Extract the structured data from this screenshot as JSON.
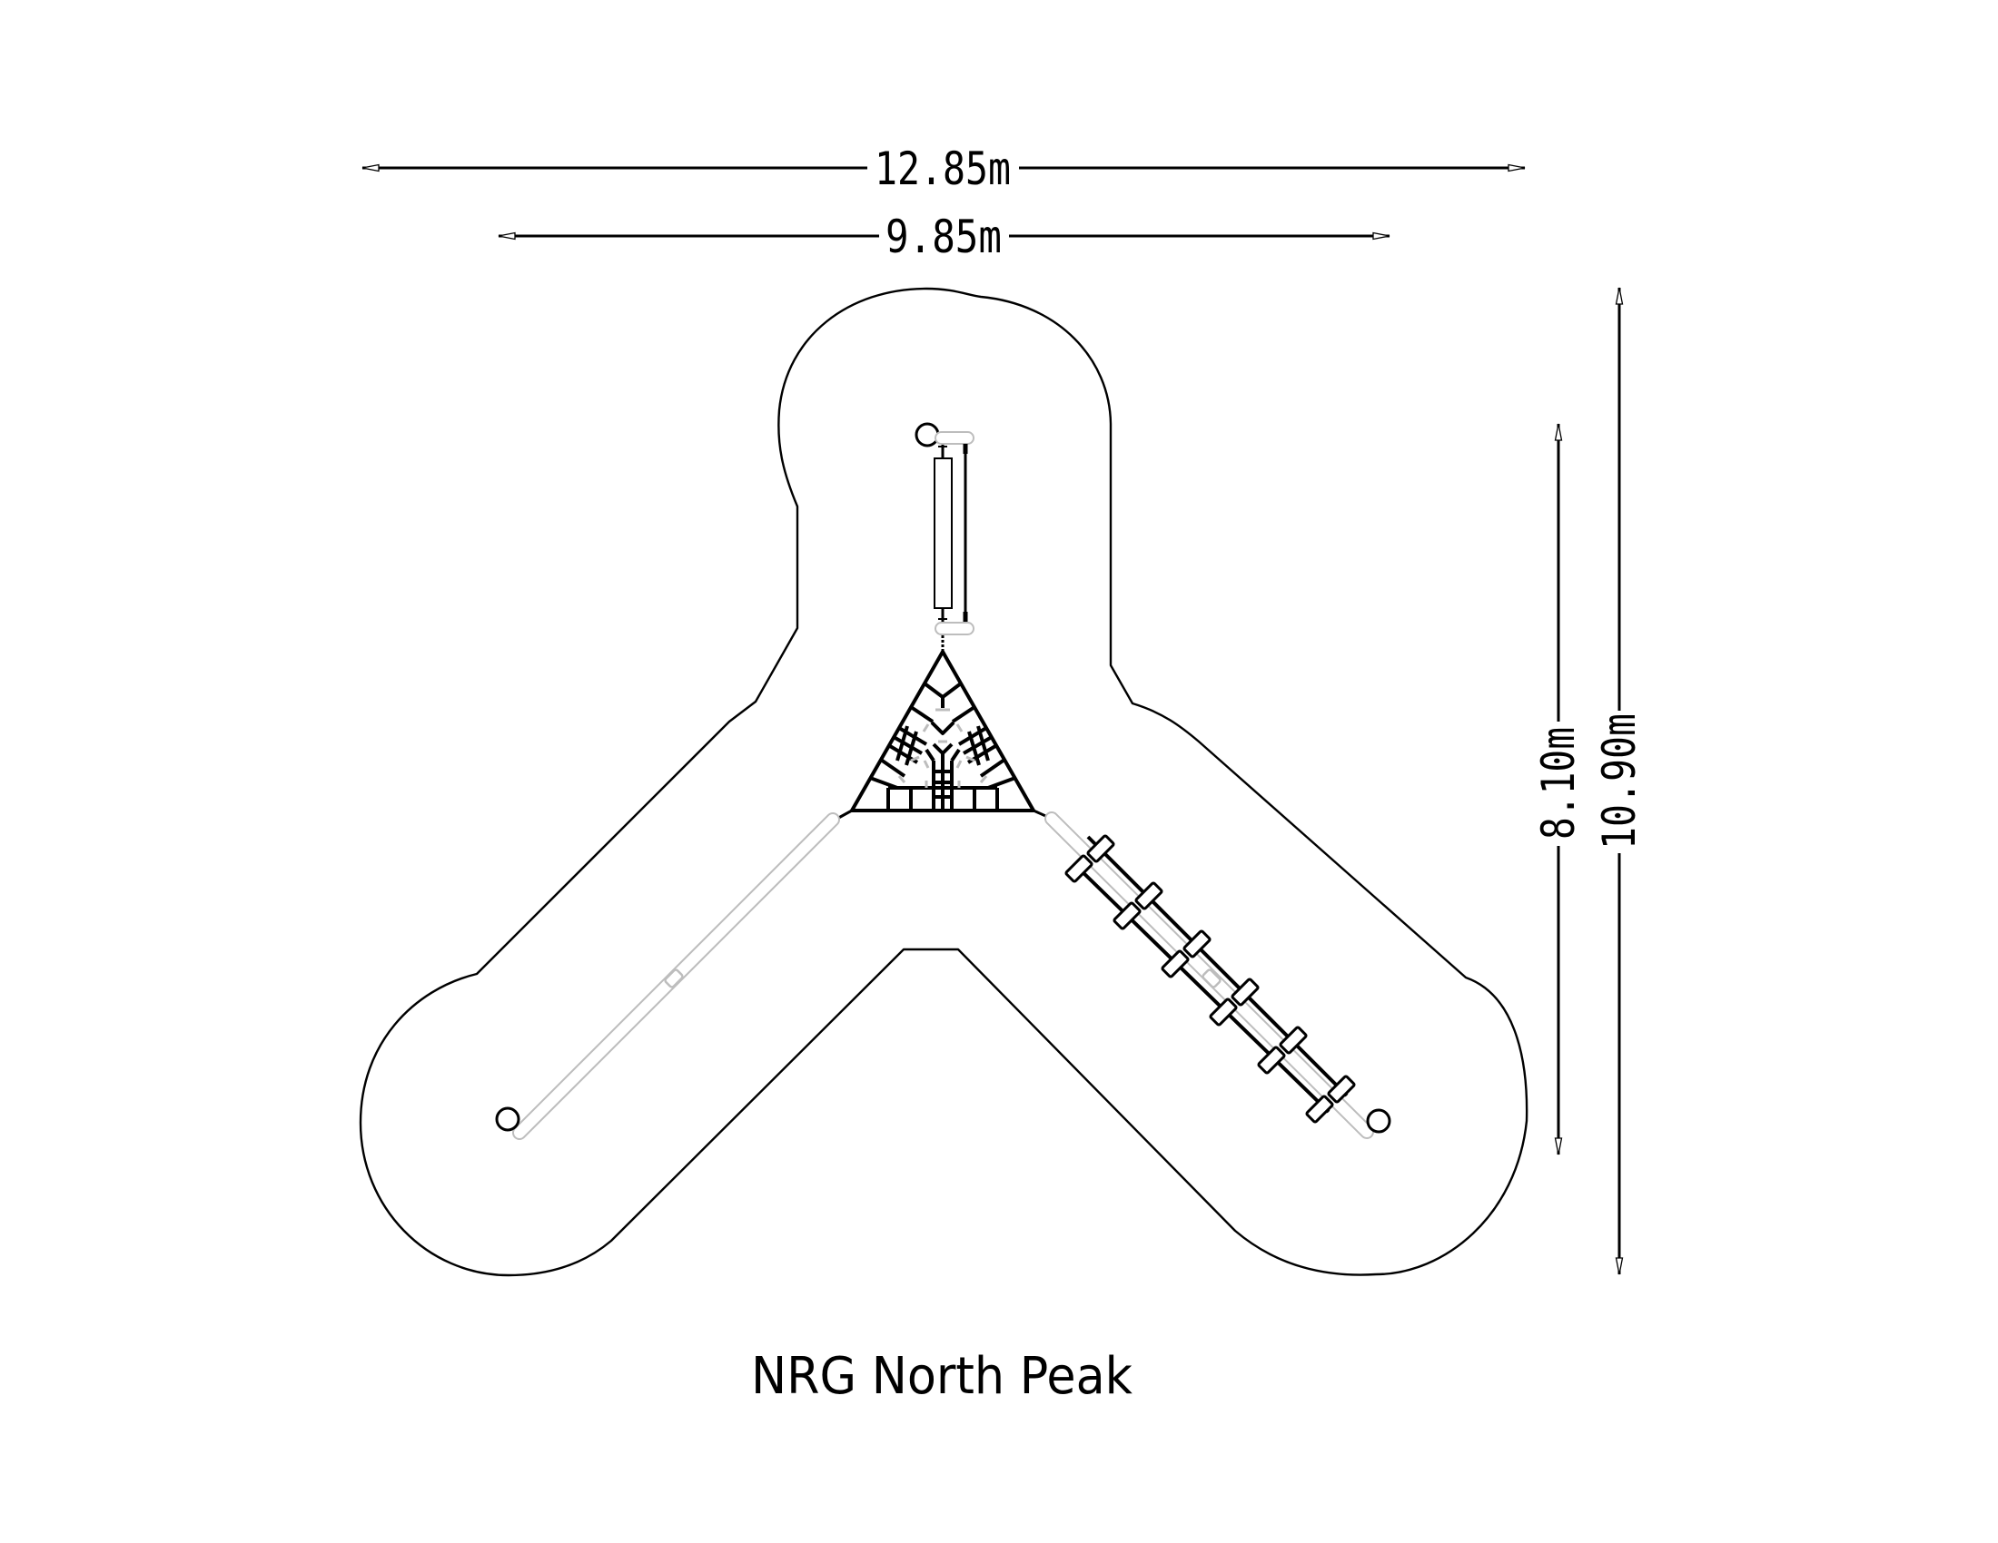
{
  "drawing": {
    "title": "NRG North Peak",
    "line_color": "#000000",
    "secondary_line_color": "#bdbdbd",
    "background": "#ffffff"
  },
  "dimensions": {
    "overall_width": "12.85m",
    "equipment_width": "9.85m",
    "equipment_depth": "8.10m",
    "overall_depth": "10.90m"
  },
  "components": [
    {
      "name": "climbing-net-triangle"
    },
    {
      "name": "north-arm-post-and-tube"
    },
    {
      "name": "southwest-arm-tube"
    },
    {
      "name": "southeast-arm-ladder"
    }
  ]
}
